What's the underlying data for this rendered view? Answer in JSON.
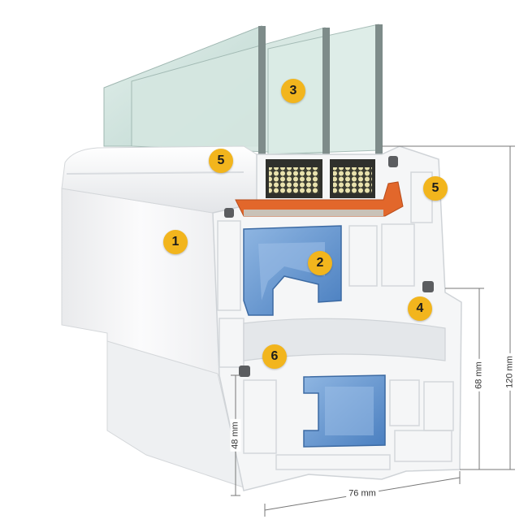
{
  "diagram": {
    "callouts": [
      {
        "id": "1",
        "label": "1"
      },
      {
        "id": "2",
        "label": "2"
      },
      {
        "id": "3",
        "label": "3"
      },
      {
        "id": "4",
        "label": "4"
      },
      {
        "id": "5a",
        "label": "5"
      },
      {
        "id": "5b",
        "label": "5"
      },
      {
        "id": "6",
        "label": "6"
      }
    ],
    "dimensions": {
      "total_height": "120 mm",
      "sash_height": "68 mm",
      "lower_depth": "48 mm",
      "profile_width": "76 mm"
    },
    "colors": {
      "badge": "#f2b51d",
      "profile": "#f3f4f5",
      "steel": "#5b8fc9",
      "glass": "#cfe3dd",
      "seal_orange": "#e2672b",
      "desiccant": "#e6dfa9"
    }
  }
}
